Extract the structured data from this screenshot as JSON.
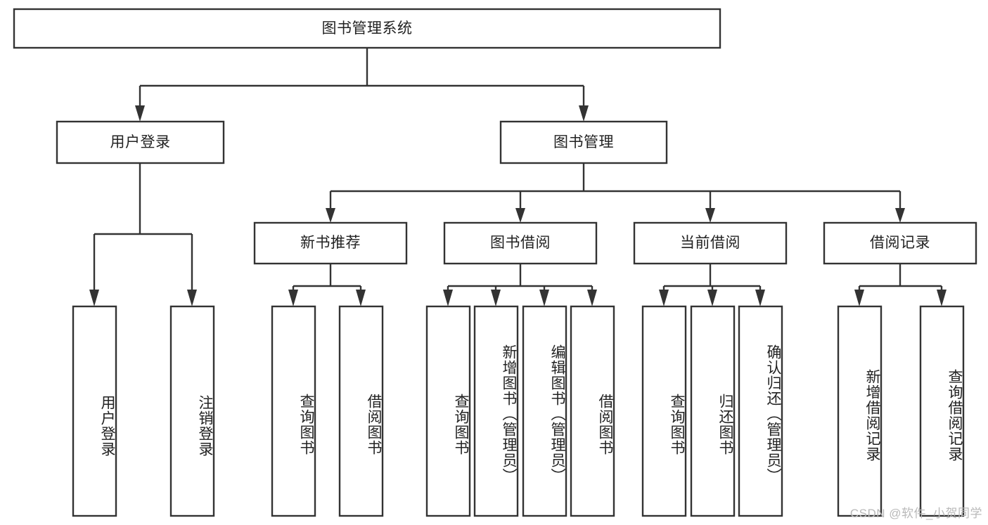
{
  "diagram": {
    "title": "图书管理系统",
    "type": "hierarchy-tree",
    "watermark": "CSDN @软件_小贺同学",
    "colors": {
      "stroke": "#333333",
      "node_fill": "#ffffff",
      "text": "#222222",
      "background": "#ffffff",
      "watermark": "#b9b9b9"
    },
    "levels": {
      "root": {
        "label": "图书管理系统"
      },
      "level2": [
        {
          "id": "user-login",
          "label": "用户登录"
        },
        {
          "id": "book-management",
          "label": "图书管理"
        }
      ],
      "level3": [
        {
          "id": "new-book-recommend",
          "label": "新书推荐",
          "parent": "book-management"
        },
        {
          "id": "book-borrow",
          "label": "图书借阅",
          "parent": "book-management"
        },
        {
          "id": "current-borrow",
          "label": "当前借阅",
          "parent": "book-management"
        },
        {
          "id": "borrow-record",
          "label": "借阅记录",
          "parent": "book-management"
        }
      ],
      "leaves": [
        {
          "id": "leaf-user-login",
          "label": "用户登录",
          "parent": "user-login"
        },
        {
          "id": "leaf-logout",
          "label": "注销登录",
          "parent": "user-login"
        },
        {
          "id": "leaf-query-book-1",
          "label": "查询图书",
          "parent": "new-book-recommend"
        },
        {
          "id": "leaf-borrow-book-1",
          "label": "借阅图书",
          "parent": "new-book-recommend"
        },
        {
          "id": "leaf-query-book-2",
          "label": "查询图书",
          "parent": "book-borrow"
        },
        {
          "id": "leaf-add-book",
          "label": "新增图书（管理员）",
          "parent": "book-borrow"
        },
        {
          "id": "leaf-edit-book",
          "label": "编辑图书（管理员）",
          "parent": "book-borrow"
        },
        {
          "id": "leaf-borrow-book-2",
          "label": "借阅图书",
          "parent": "book-borrow"
        },
        {
          "id": "leaf-query-book-3",
          "label": "查询图书",
          "parent": "current-borrow"
        },
        {
          "id": "leaf-return-book",
          "label": "归还图书",
          "parent": "current-borrow"
        },
        {
          "id": "leaf-confirm-return",
          "label": "确认归还（管理员）",
          "parent": "current-borrow"
        },
        {
          "id": "leaf-add-record",
          "label": "新增借阅记录",
          "parent": "borrow-record"
        },
        {
          "id": "leaf-query-record",
          "label": "查询借阅记录",
          "parent": "borrow-record"
        }
      ]
    }
  }
}
